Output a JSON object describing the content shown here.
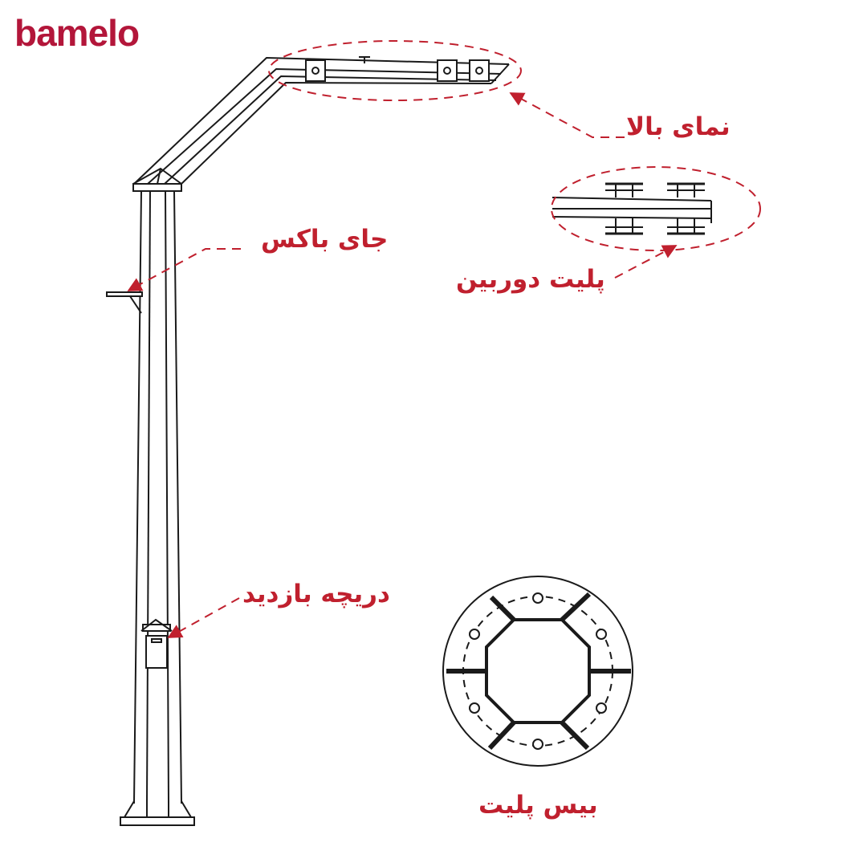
{
  "brand": {
    "logo_text": "bamelo"
  },
  "colors": {
    "accent": "#c0202e",
    "line": "#1a1a1a",
    "background": "#ffffff"
  },
  "labels": {
    "top_view": "نمای بالا",
    "box_mount": "جای باکس",
    "camera_plate": "پلیت دوربین",
    "inspection_door": "دریچه بازدید",
    "base_plate": "بیس پلیت"
  }
}
